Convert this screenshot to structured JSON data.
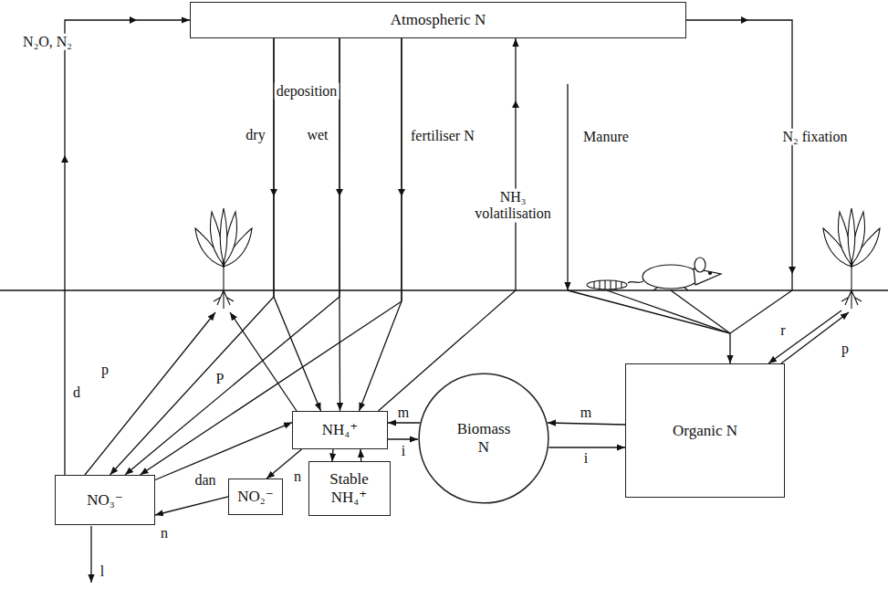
{
  "diagram": {
    "nodes": [
      {
        "text": [
          "Atmospheric N"
        ]
      },
      {
        "text": [
          "NH₄⁺"
        ]
      },
      {
        "text": [
          "Biomass N"
        ]
      },
      {
        "text": [
          "Organic N"
        ]
      },
      {
        "text": [
          "NO₃⁻"
        ]
      },
      {
        "text": [
          "NO₂⁻"
        ]
      },
      {
        "text": [
          "Stable NH₄⁺"
        ]
      }
    ],
    "edges": [
      {
        "from": 4,
        "to": 0,
        "arrow": "to",
        "label": "d"
      },
      {
        "from": 0,
        "to": 1,
        "arrow": "to"
      },
      {
        "from": 0,
        "to": 4,
        "arrow": "to"
      },
      {
        "from": 0,
        "to": 1,
        "arrow": "to"
      },
      {
        "from": 0,
        "to": 4,
        "arrow": "to"
      },
      {
        "from": 0,
        "to": 1,
        "arrow": "to"
      },
      {
        "from": 0,
        "to": 4,
        "arrow": "to"
      },
      {
        "from": 1,
        "to": 0,
        "arrow": "to"
      },
      {
        "from": 0,
        "to": 3,
        "arrow": "to"
      },
      {
        "from": 4,
        "to": 1,
        "arrow": "to",
        "label": "dan"
      },
      {
        "from": 1,
        "to": 5,
        "arrow": "to",
        "label": "n"
      },
      {
        "from": 5,
        "to": 4,
        "arrow": "to",
        "label": "n"
      },
      {
        "from": 1,
        "to": 6,
        "arrow": "to"
      },
      {
        "from": 6,
        "to": 1,
        "arrow": "to"
      },
      {
        "from": 2,
        "to": 1,
        "arrow": "to",
        "label": "m"
      },
      {
        "from": 1,
        "to": 2,
        "arrow": "to",
        "label": "i"
      },
      {
        "from": 3,
        "to": 2,
        "arrow": "to",
        "label": "m"
      },
      {
        "from": 2,
        "to": 3,
        "arrow": "to",
        "label": "i"
      }
    ],
    "labels": [
      "N₂O, N₂",
      "deposition",
      "dry",
      "wet",
      "fertiliser N",
      "NH₃ volatilisation",
      "Manure",
      "N₂ fixation",
      "p",
      "P",
      "l",
      "r",
      "p"
    ]
  }
}
